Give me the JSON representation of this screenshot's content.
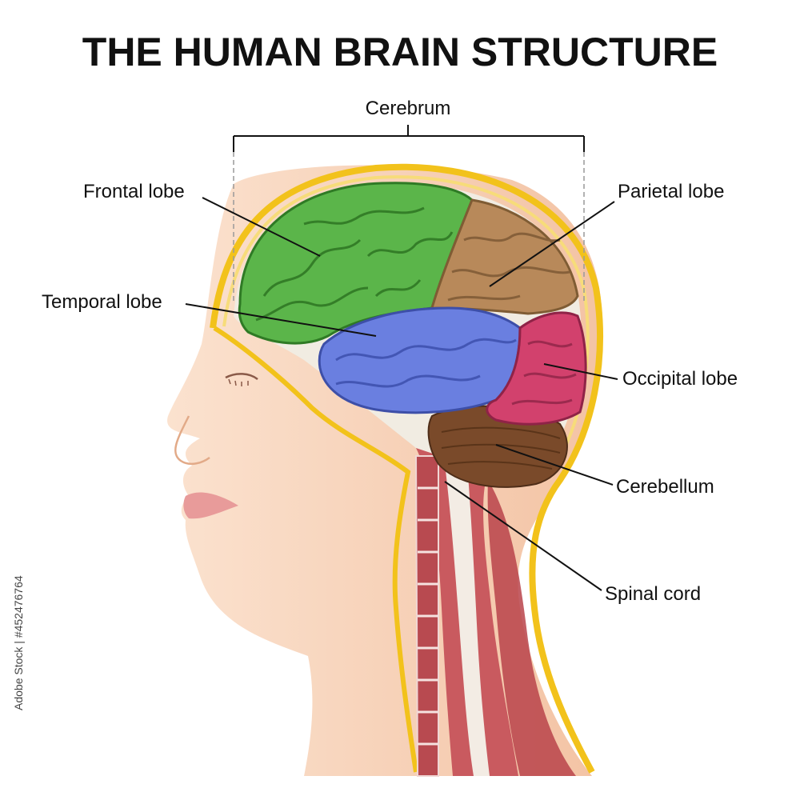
{
  "title": "THE HUMAN BRAIN STRUCTURE",
  "labels": {
    "cerebrum": "Cerebrum",
    "frontal": "Frontal lobe",
    "parietal": "Parietal lobe",
    "temporal": "Temporal lobe",
    "occipital": "Occipital lobe",
    "cerebellum": "Cerebellum",
    "spinal": "Spinal cord"
  },
  "stock_text": "Adobe Stock | #452476764",
  "colors": {
    "frontal": "#5bb54a",
    "parietal": "#b8895a",
    "temporal": "#6a7fe0",
    "occipital": "#d2416d",
    "cerebellum": "#7a4a2a",
    "skin": "#f7d3b8",
    "skull_border": "#f2c21b",
    "spine": "#c0464b"
  }
}
